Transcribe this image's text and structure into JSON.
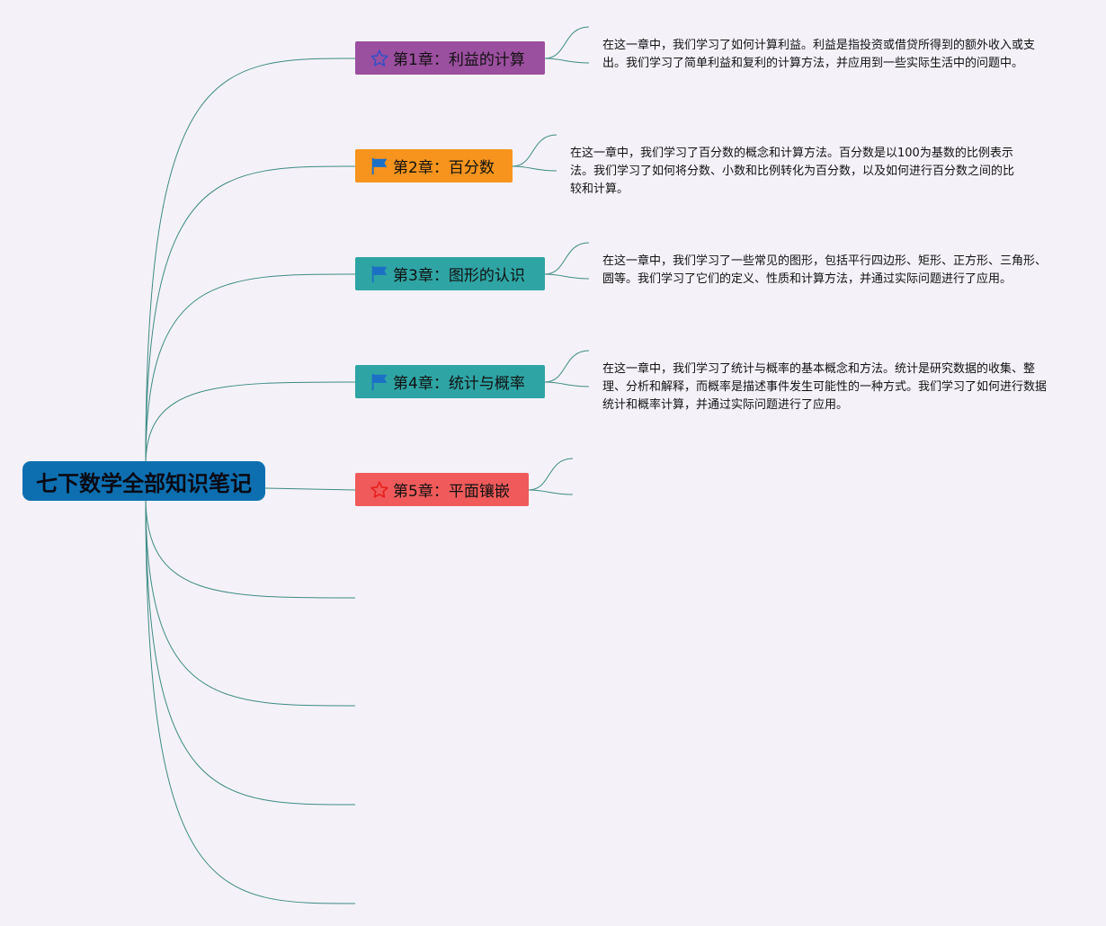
{
  "root": {
    "title": "七下数学全部知识笔记",
    "color": "#0d6fb0"
  },
  "line_color": "#3d8a84",
  "chapters": [
    {
      "label": "第1章：利益的计算",
      "icon": "star-outline-icon",
      "color": "#9b4f9f",
      "description": "在这一章中，我们学习了如何计算利益。利益是指投资或借贷所得到的额外收入或支出。我们学习了简单利益和复利的计算方法，并应用到一些实际生活中的问题中。"
    },
    {
      "label": "第2章：百分数",
      "icon": "flag-icon",
      "color": "#f7941d",
      "description": "在这一章中，我们学习了百分数的概念和计算方法。百分数是以100为基数的比例表示法。我们学习了如何将分数、小数和比例转化为百分数，以及如何进行百分数之间的比较和计算。"
    },
    {
      "label": "第3章：图形的认识",
      "icon": "flag-icon",
      "color": "#2fa4a4",
      "description": "在这一章中，我们学习了一些常见的图形，包括平行四边形、矩形、正方形、三角形、圆等。我们学习了它们的定义、性质和计算方法，并通过实际问题进行了应用。"
    },
    {
      "label": "第4章：统计与概率",
      "icon": "flag-icon",
      "color": "#2fa4a4",
      "description": "在这一章中，我们学习了统计与概率的基本概念和方法。统计是研究数据的收集、整理、分析和解释，而概率是描述事件发生可能性的一种方式。我们学习了如何进行数据统计和概率计算，并通过实际问题进行了应用。"
    },
    {
      "label": "第5章：平面镶嵌",
      "icon": "star-outline-icon",
      "color": "#f05a5a",
      "description": ""
    }
  ]
}
